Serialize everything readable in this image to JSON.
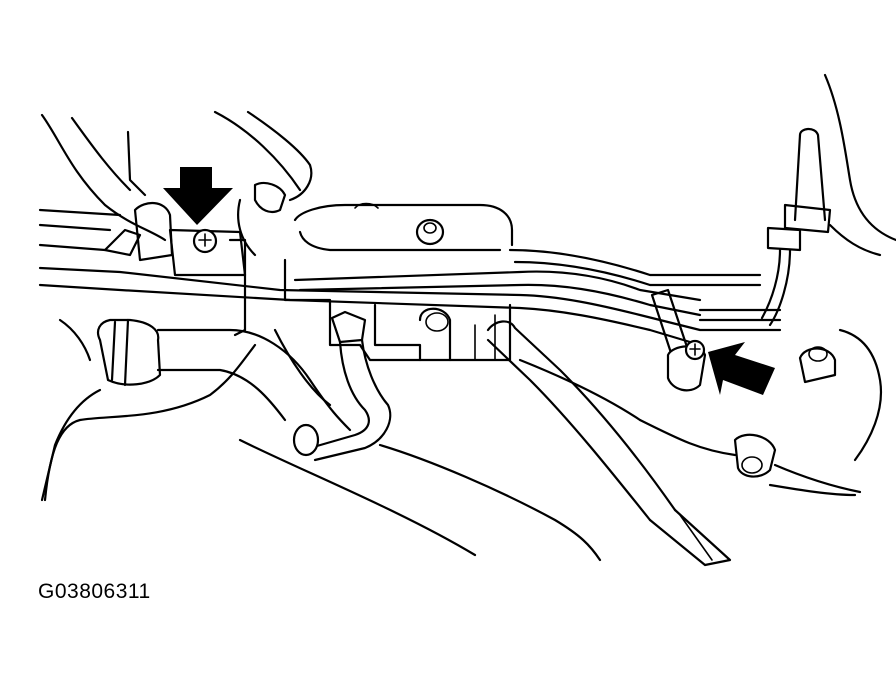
{
  "figure": {
    "code": "G03806311",
    "colors": {
      "line": "#000000",
      "background": "#ffffff"
    },
    "callouts": [
      "arrow-pointing-to-left-bolt",
      "arrow-pointing-to-right-bolt"
    ]
  }
}
